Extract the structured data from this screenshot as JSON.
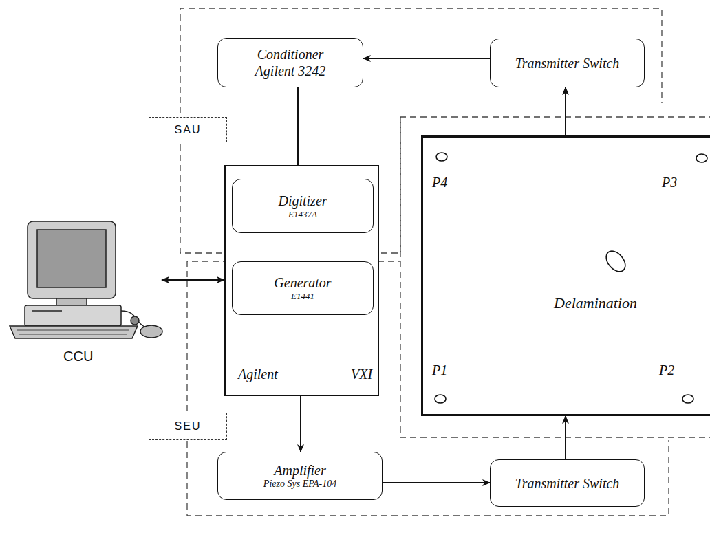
{
  "diagram": {
    "nodes": [
      {
        "text": [
          "Conditioner",
          "Agilent 3242"
        ]
      },
      {
        "text": [
          "Transmitter Switch"
        ]
      },
      {
        "text": [
          "SAU"
        ]
      },
      {
        "text": [
          "Agilent",
          "VXI"
        ]
      },
      {
        "text": [
          "Digitizer",
          "E1437A"
        ],
        "in": 3
      },
      {
        "text": [
          "CCU"
        ]
      },
      {
        "text": [
          "Generator",
          "E1441"
        ],
        "in": 3
      },
      {
        "text": [
          "Delamination"
        ]
      },
      {
        "text": [
          "SEU"
        ]
      },
      {
        "text": [
          "Amplifier",
          "Piezo Sys EPA-104"
        ]
      },
      {
        "text": [
          "Transmitter Switch"
        ]
      }
    ],
    "edges": [
      {
        "from": 1,
        "to": 0,
        "arrow": "to"
      },
      {
        "from": 0,
        "to": 4,
        "arrow": "to"
      },
      {
        "from": 5,
        "to": 3,
        "arrow": "both"
      },
      {
        "from": 6,
        "to": 9,
        "arrow": "to"
      },
      {
        "from": 9,
        "to": 10,
        "arrow": "to"
      },
      {
        "from": 10,
        "to": 7,
        "arrow": "to"
      },
      {
        "from": 7,
        "to": 1,
        "arrow": "to"
      }
    ],
    "labels": [
      "P4",
      "P3",
      "P1",
      "P2"
    ]
  }
}
